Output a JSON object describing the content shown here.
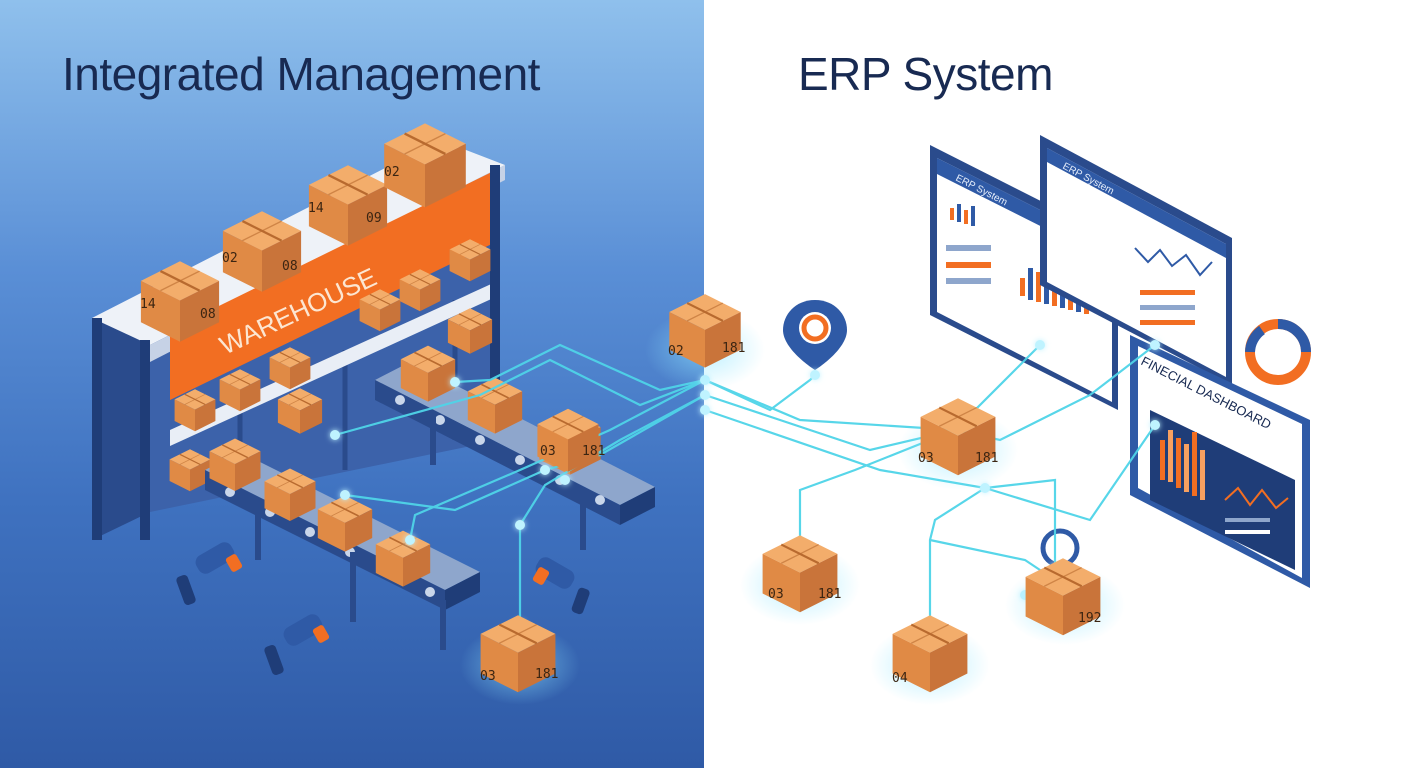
{
  "left_title": "Integrated Management",
  "right_title": "ERP System",
  "warehouse_sign": "WAREHOUSE",
  "screen_back_title": "ERP System",
  "screen_mid_title": "ERP System",
  "dashboard_title": "FINECIAL DASHBOARD",
  "colors": {
    "navy_text": "#182a52",
    "box_orange": "#e8954f",
    "accent_orange": "#f26e22",
    "network_cyan": "#4fd4e8",
    "panel_blue": "#3f72c0"
  },
  "shelf_boxes": [
    "14",
    "08",
    "02",
    "08",
    "14",
    "09",
    "02"
  ],
  "network_boxes": [
    {
      "left": "02",
      "right": "181"
    },
    {
      "left": "03",
      "right": "181"
    },
    {
      "left": "03",
      "right": "181"
    },
    {
      "left": "03",
      "right": "181"
    },
    {
      "left": "",
      "right": "192"
    },
    {
      "left": "04",
      "right": ""
    },
    {
      "left": "03",
      "right": "181"
    }
  ]
}
